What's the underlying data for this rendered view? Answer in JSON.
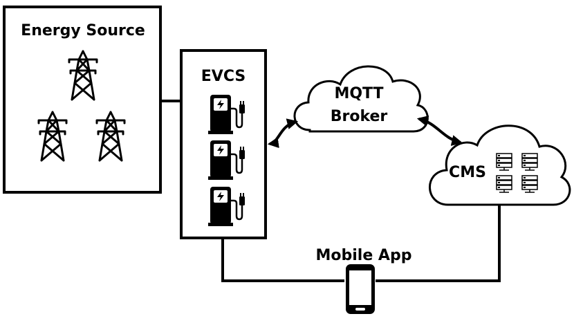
{
  "energy_source": {
    "title": "Energy Source"
  },
  "evcs": {
    "title": "EVCS",
    "charger_count": 3
  },
  "mqtt_broker": {
    "line1": "MQTT",
    "line2": "Broker"
  },
  "cms": {
    "title": "CMS"
  },
  "mobile_app": {
    "title": "Mobile App"
  },
  "icons": [
    "transmission-tower-icon",
    "ev-charger-icon",
    "server-rack-icon",
    "smartphone-icon",
    "cloud-icon"
  ]
}
